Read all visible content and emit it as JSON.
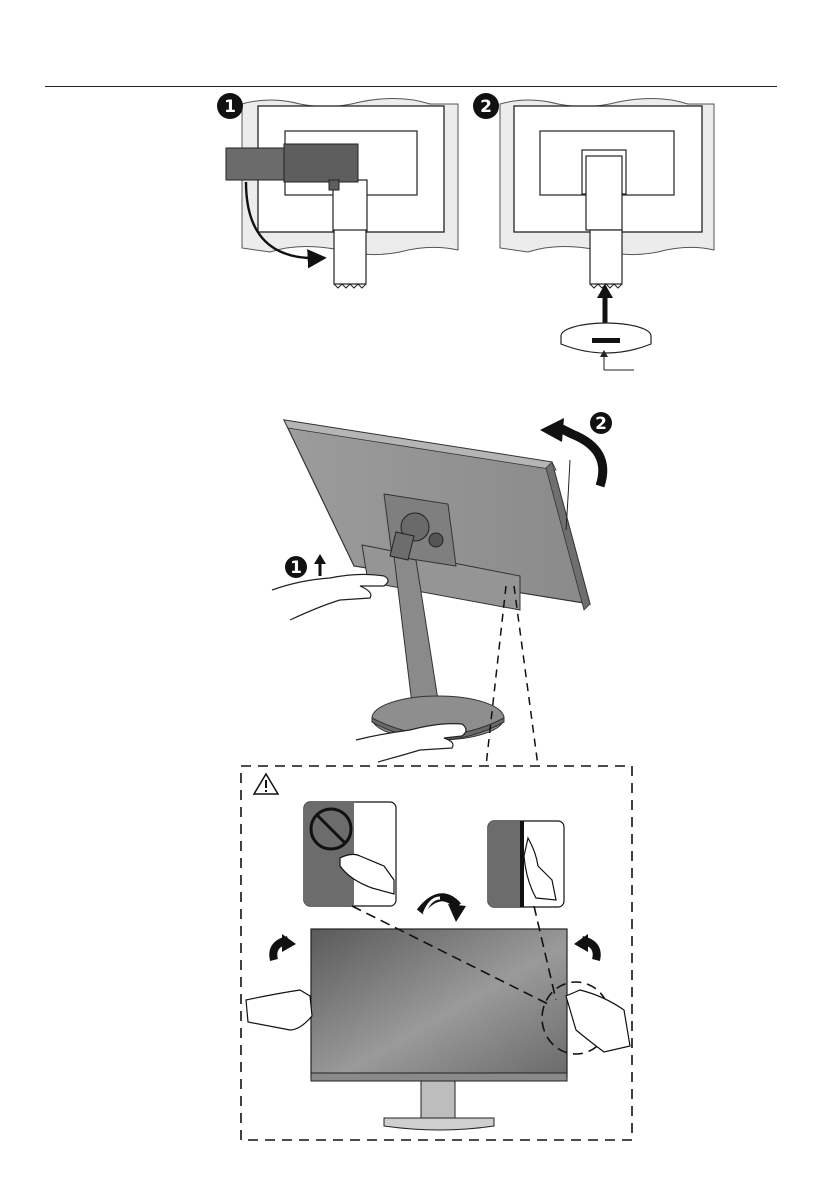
{
  "page": {
    "step_one_label": "1",
    "step_two_label": "2"
  },
  "figure_top": {
    "panels": [
      {
        "step": "1",
        "icon": "cable-clip-removal-icon"
      },
      {
        "step": "2",
        "icon": "stand-attach-icon"
      }
    ]
  },
  "figure_middle": {
    "steps": [
      {
        "step": "1",
        "action": "lift-up-arrow"
      },
      {
        "step": "2",
        "action": "tilt-arrow"
      }
    ]
  },
  "figure_bottom": {
    "caution_icon": "warning-triangle-icon",
    "correct_icon": "hand-grip-edge-icon",
    "prohibited_icon": "no-touch-screen-icon"
  },
  "colors": {
    "line": "#111111",
    "panel_gray": "#6e6e6e",
    "light_gray": "#cfcfcf",
    "paper": "#ececec"
  }
}
